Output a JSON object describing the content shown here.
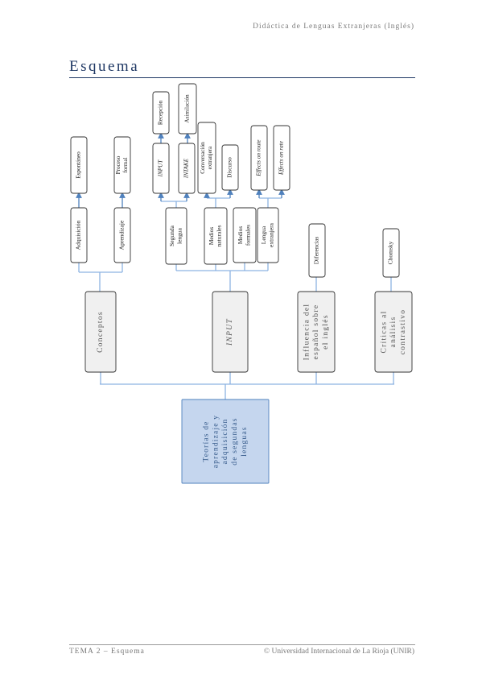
{
  "header": {
    "running_title": "Didáctica de Lenguas Extranjeras (Inglés)"
  },
  "page": {
    "title": "Esquema"
  },
  "footer": {
    "left": "TEMA 2 – Esquema",
    "right": "© Universidad Internacional de La Rioja (UNIR)"
  },
  "diagram": {
    "root": [
      "Teorías de",
      "aprendizaje y",
      "adquisición",
      "de segundas",
      "lenguas"
    ],
    "branches": {
      "conceptos": [
        "Conceptos"
      ],
      "input": [
        "INPUT"
      ],
      "influencia": [
        "Influencia del",
        "español sobre",
        "el inglés"
      ],
      "criticas": [
        "Críticas al",
        "análisis",
        "contrastivo"
      ]
    },
    "level2": {
      "adquisicion": [
        "Adquisición"
      ],
      "aprendizaje": [
        "Aprendizaje"
      ],
      "segunda_lengua": [
        "Segunda",
        "lengua"
      ],
      "medios_naturales": [
        "Medios",
        "naturales"
      ],
      "medios_formales": [
        "Medios",
        "formales"
      ],
      "lengua_extranjera": [
        "Lengua",
        "extranjera"
      ],
      "diferencias": [
        "Diferencias"
      ],
      "chomsky": [
        "Chomsky"
      ]
    },
    "level3": {
      "espontaneo": [
        "Espontáneo"
      ],
      "proceso_formal": [
        "Proceso",
        "formal"
      ],
      "input_small": [
        "INPUT"
      ],
      "intake": [
        "INTAKE"
      ],
      "conversacion": [
        "Conversación",
        "extranjera"
      ],
      "discurso": [
        "Discurso"
      ],
      "route": [
        "Effects on route"
      ],
      "rate": [
        "Effects on rate"
      ]
    },
    "level4": {
      "recepcion": [
        "Recepción"
      ],
      "asimilacion": [
        "Asimilación"
      ]
    }
  },
  "colors": {
    "root_fill": "#c5d6ee",
    "root_border": "#4f81bd",
    "branch_fill": "#f0f0f0",
    "border": "#333333",
    "connector": "#8db3e2",
    "arrow": "#4f81bd"
  }
}
